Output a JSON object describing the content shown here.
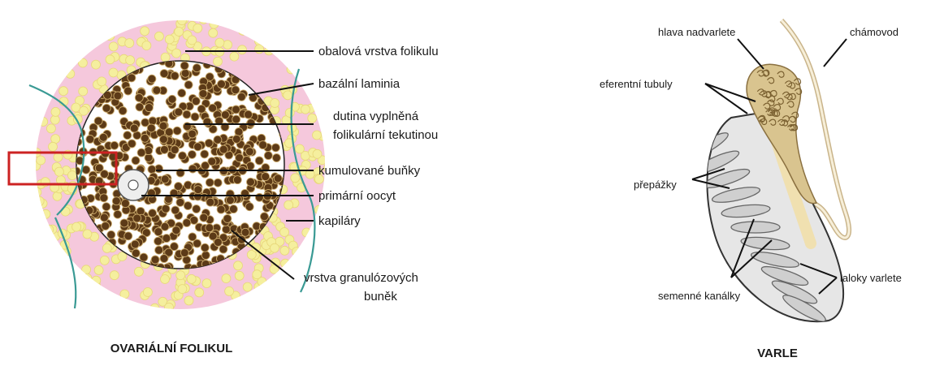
{
  "left_diagram": {
    "caption": "OVARIÁLNÍ FOLIKUL",
    "labels": {
      "obalova": "obalová vrstva folikulu",
      "bazalni": "bazální laminia",
      "dutina_1": "dutina vyplněná",
      "dutina_2": "folikulární tekutinou",
      "kumulovane": "kumulované buňky",
      "oocyt": "primární oocyt",
      "kapilary": "kapiláry",
      "granul_1": "vrstva granulózových",
      "granul_2": "buněk"
    },
    "colors": {
      "theca": "#f5c8dc",
      "yellow_cells": "#f5ef9e",
      "granulosa": "#5c3a17",
      "capillary": "#3a9a94",
      "highlight_box": "#cc2222"
    }
  },
  "right_diagram": {
    "caption": "VARLE",
    "labels": {
      "hlava": "hlava nadvarlete",
      "chamovod": "chámovod",
      "eferentni": "eferentní tubuly",
      "prepazky": "přepážky",
      "semenne": "semenné kanálky",
      "laloky": "laloky varlete"
    }
  }
}
